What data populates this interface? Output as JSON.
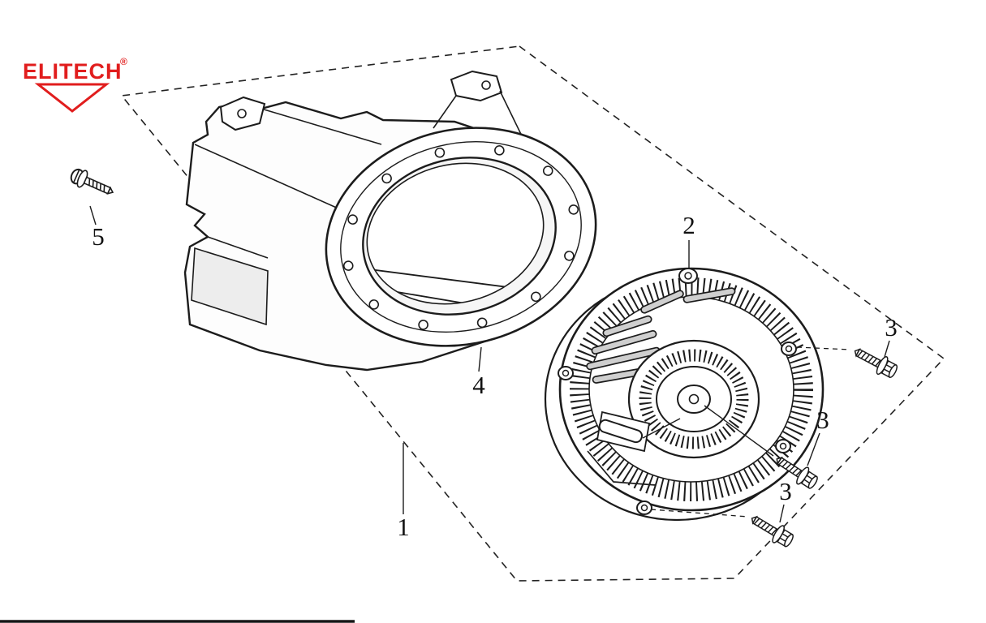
{
  "brand": {
    "name": "ELITECH",
    "mark": "®",
    "color": "#e11d1d"
  },
  "drawing": {
    "ink": "#1c1c1c",
    "background": "#ffffff"
  },
  "callouts": {
    "assembly_boundary": "1",
    "recoil_starter": "2",
    "bolt_top": "3",
    "bolt_middle": "3",
    "bolt_bottom": "3",
    "fan_housing": "4",
    "screw": "5"
  }
}
